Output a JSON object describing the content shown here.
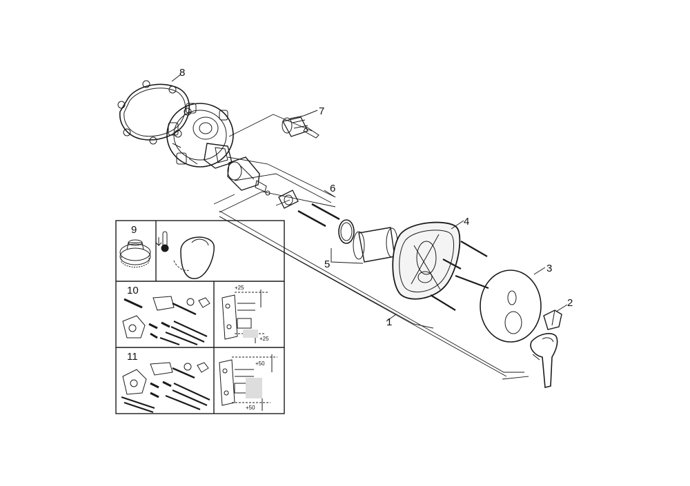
{
  "diagram": {
    "part_labels": [
      "1",
      "2",
      "3",
      "4",
      "5",
      "6",
      "7",
      "8"
    ],
    "inset_labels": [
      "9",
      "10",
      "11"
    ],
    "dimensions": {
      "box10_top": "+25",
      "box10_bottom": "+25",
      "box11_top": "+50",
      "box11_bottom": "+50"
    }
  }
}
